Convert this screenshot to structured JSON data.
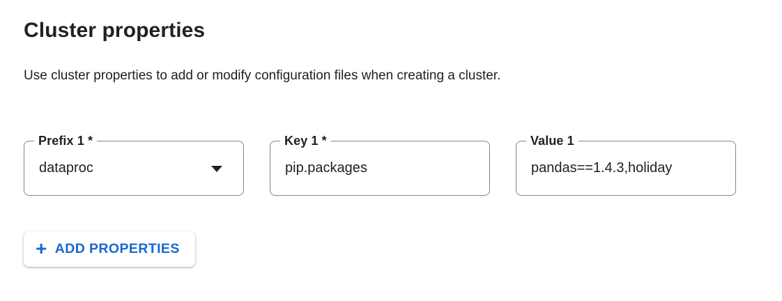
{
  "page": {
    "title": "Cluster properties",
    "subtitle": "Use cluster properties to add or modify configuration files when creating a cluster."
  },
  "fields": {
    "prefix": {
      "label": "Prefix 1 *",
      "value": "dataproc",
      "required": true,
      "control": "dropdown"
    },
    "key": {
      "label": "Key 1 *",
      "value": "pip.packages",
      "required": true,
      "control": "text"
    },
    "value": {
      "label": "Value 1",
      "value": "pandas==1.4.3,holiday",
      "required": false,
      "control": "text"
    }
  },
  "buttons": {
    "add_properties": {
      "label": "ADD PROPERTIES",
      "icon": "+"
    }
  },
  "icons": {
    "plus_icon": "+",
    "arrow_drop_down_icon": "triangle-down"
  },
  "colors": {
    "accent_blue": "#1967d2",
    "field_border_gray": "#80868b",
    "text_dark": "#202124",
    "background": "#ffffff"
  }
}
